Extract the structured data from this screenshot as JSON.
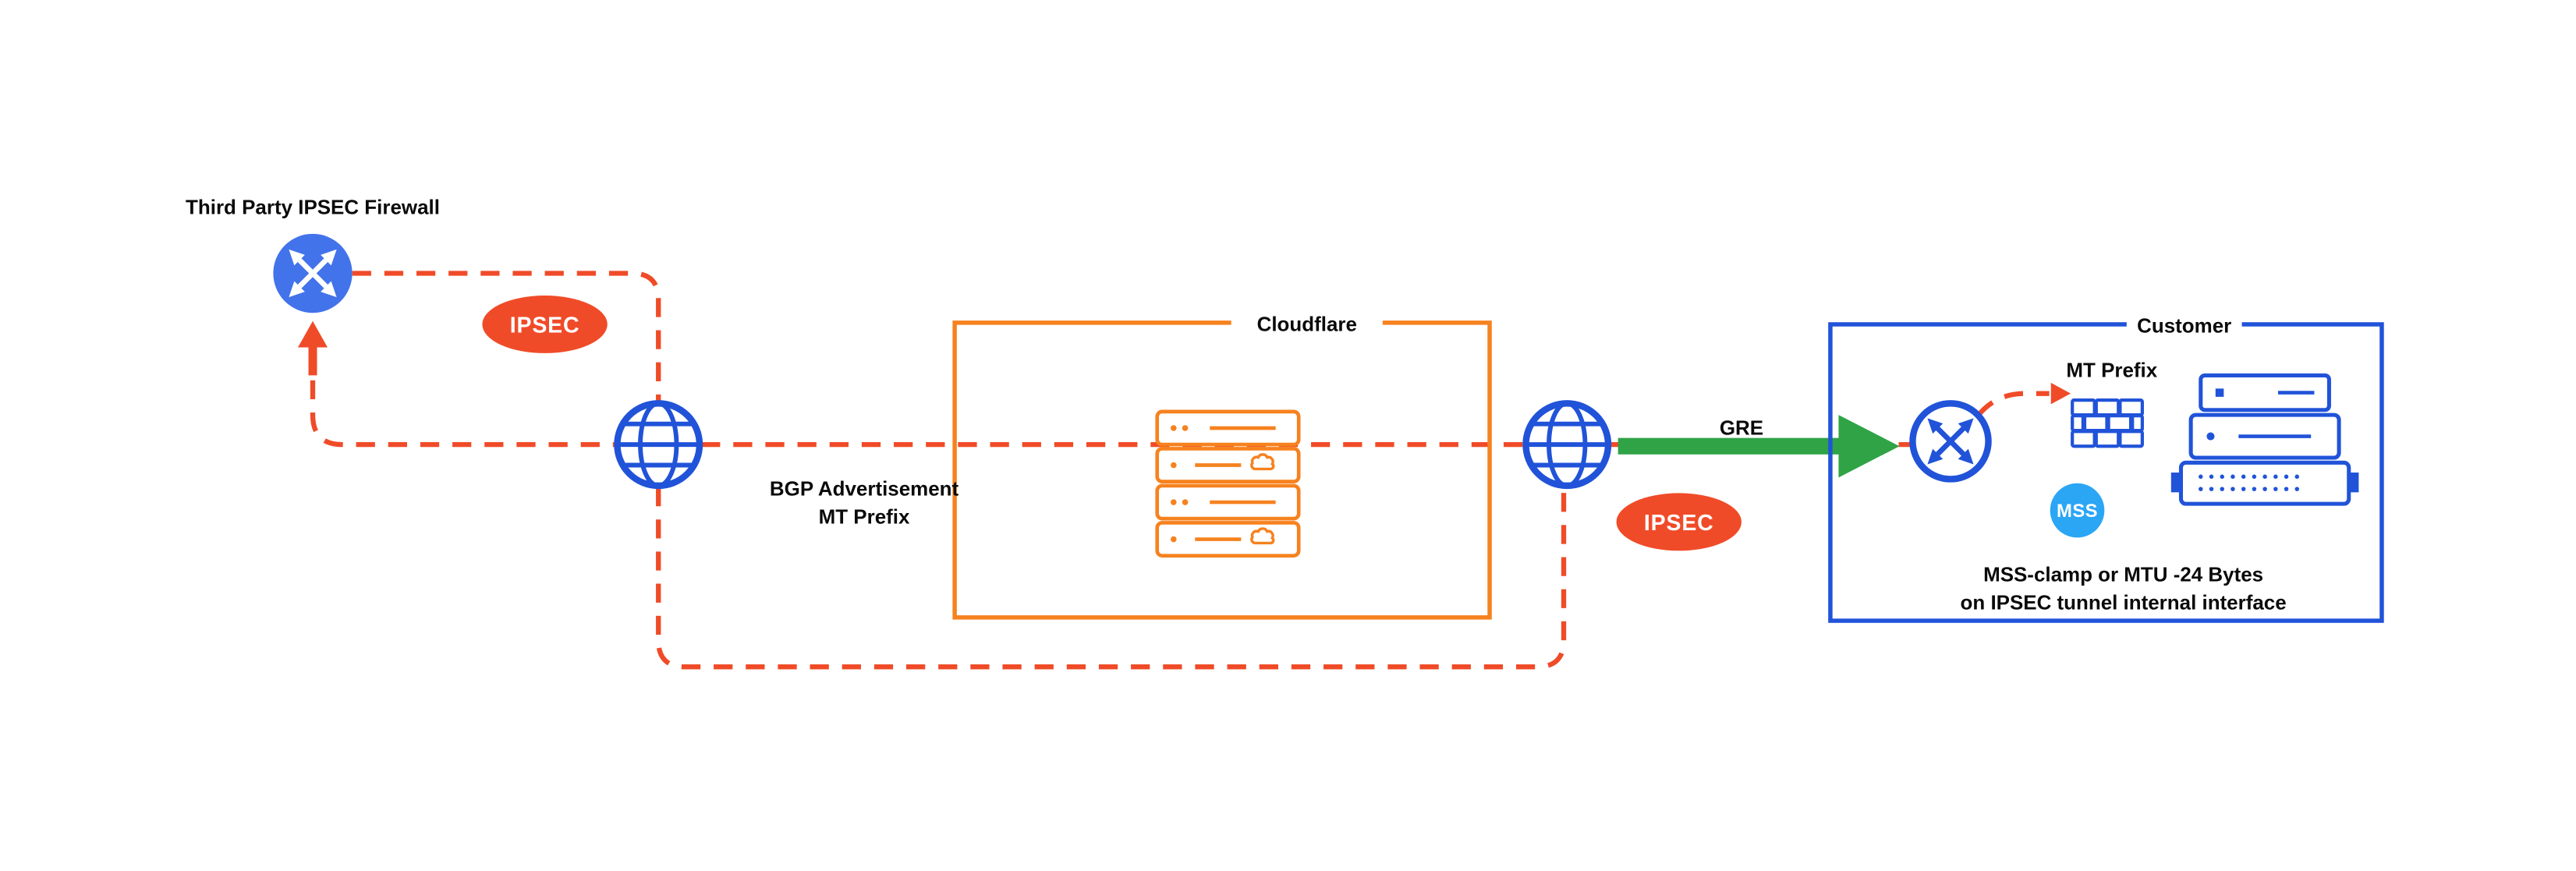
{
  "colors": {
    "background": "#FFFFFF",
    "dash_red": "#F04B28",
    "cloudflare_orange": "#F6821F",
    "blue": "#2153D9",
    "router_fill_blue": "#4273EB",
    "mss_badge_blue": "#2BA6F5",
    "gre_green": "#2FA346",
    "text": "#0A0A0A"
  },
  "icons": {
    "router": "circle-with-crossed-arrows",
    "globe": "wireframe-internet-globe",
    "server": "rack-server-unit",
    "cloud": "cloud-glyph",
    "firewall": "brick-wall",
    "arrow_up": "solid-up-arrow",
    "arrow_right_small": "solid-right-arrow",
    "gre_arrow": "thick-green-right-arrow"
  },
  "labels": {
    "third_party_firewall": "Third Party IPSEC Firewall",
    "ipsec_badge_left": "IPSEC",
    "ipsec_badge_right": "IPSEC",
    "bgp_line1": "BGP Advertisement",
    "bgp_line2": "MT Prefix",
    "cloudflare_box": "Cloudflare",
    "customer_box": "Customer",
    "gre": "GRE",
    "mt_prefix": "MT Prefix",
    "mss_badge": "MSS",
    "mss_note_line1": "MSS-clamp or MTU -24 Bytes",
    "mss_note_line2": "on IPSEC tunnel internal interface"
  }
}
